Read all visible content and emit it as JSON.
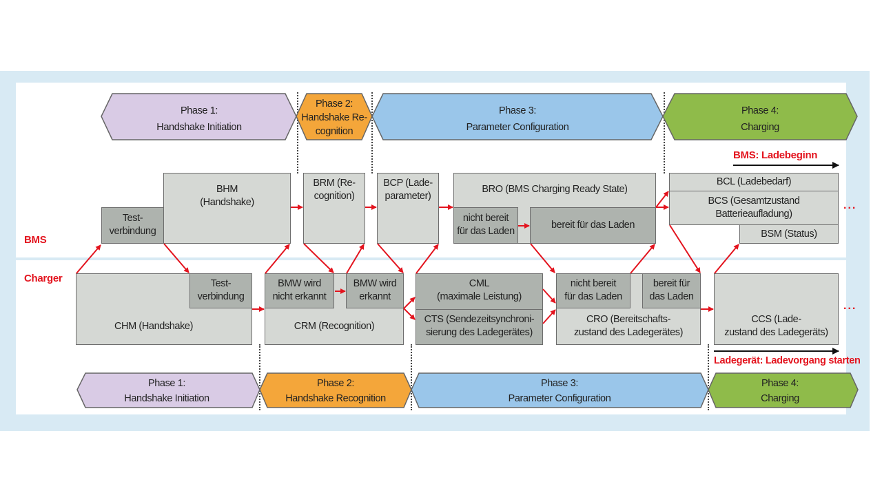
{
  "lanes": {
    "bms": "BMS",
    "charger": "Charger"
  },
  "colors": {
    "phase1": "#d9cbe5",
    "phase2": "#f4a63a",
    "phase3": "#9ac6ea",
    "phase4": "#8fbb4a",
    "box_light": "#d5d8d4",
    "box_dark": "#aeb3ae",
    "arrow": "#e3141e",
    "frame": "#d8eaf4"
  },
  "top_phases": [
    {
      "line1": "Phase 1:",
      "line2": "Handshake Initiation"
    },
    {
      "line1": "Phase 2:",
      "line2": "Handshake Re-",
      "line3": "cognition"
    },
    {
      "line1": "Phase 3:",
      "line2": "Parameter Configuration"
    },
    {
      "line1": "Phase 4:",
      "line2": "Charging"
    }
  ],
  "bottom_phases": [
    {
      "line1": "Phase 1:",
      "line2": "Handshake Initiation"
    },
    {
      "line1": "Phase 2:",
      "line2": "Handshake Recognition"
    },
    {
      "line1": "Phase 3:",
      "line2": "Parameter Configuration"
    },
    {
      "line1": "Phase 4:",
      "line2": "Charging"
    }
  ],
  "bms": {
    "test": {
      "line1": "Test-",
      "line2": "verbindung"
    },
    "bhm": {
      "line1": "BHM",
      "line2": "(Handshake)"
    },
    "brm": {
      "line1": "BRM (Re-",
      "line2": "cognition)"
    },
    "bcp": {
      "line1": "BCP (Lade-",
      "line2": "parameter)"
    },
    "bro": {
      "title": "BRO (BMS Charging Ready State)",
      "not_ready": {
        "line1": "nicht bereit",
        "line2": "für das Laden"
      },
      "ready": "bereit für das Laden"
    },
    "bcl": "BCL (Ladebedarf)",
    "bcs": {
      "line1": "BCS (Gesamtzustand",
      "line2": "Batterieaufladung)"
    },
    "bsm": "BSM (Status)",
    "start_label": "BMS: Ladebeginn",
    "continue": "..."
  },
  "charger": {
    "chm": "CHM (Handshake)",
    "test": {
      "line1": "Test-",
      "line2": "verbindung"
    },
    "crm": "CRM (Recognition)",
    "bmw_not": {
      "line1": "BMW wird",
      "line2": "nicht erkannt"
    },
    "bmw_yes": {
      "line1": "BMW wird",
      "line2": "erkannt"
    },
    "cml": {
      "line1": "CML",
      "line2": "(maximale Leistung)"
    },
    "cts": {
      "line1": "CTS (Sendezeitsynchroni-",
      "line2": "sierung des Ladegerätes)"
    },
    "cro": {
      "line1": "CRO (Bereitschafts-",
      "line2": "zustand des Ladegerätes)",
      "not_ready": {
        "line1": "nicht bereit",
        "line2": "für das Laden"
      },
      "ready": {
        "line1": "bereit für",
        "line2": "das Laden"
      }
    },
    "ccs": {
      "line1": "CCS (Lade-",
      "line2": "zustand des Ladegeräts)"
    },
    "start_label": "Ladegerät: Ladevorgang starten",
    "continue": "..."
  }
}
